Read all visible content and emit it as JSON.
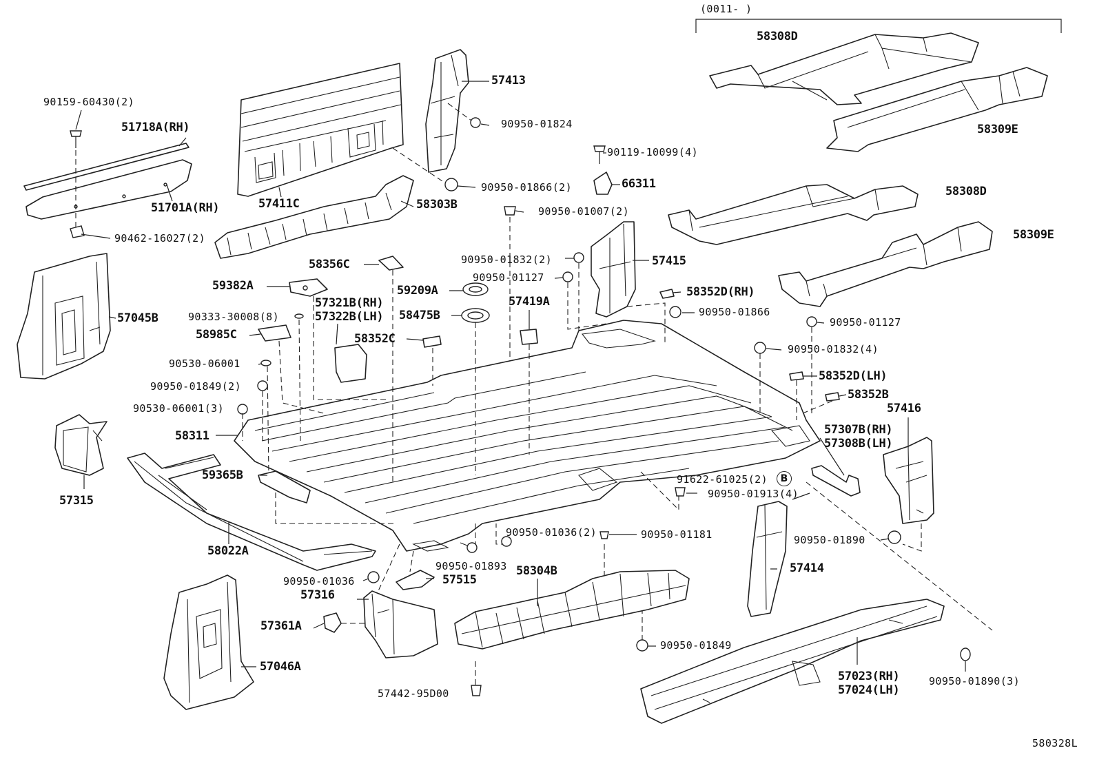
{
  "diagram": {
    "date_range": "(0011-        )",
    "figure_code": "580328L",
    "callout_letter": "B",
    "parts": {
      "p58308D_top": "58308D",
      "p58309E_top": "58309E",
      "p58308D": "58308D",
      "p58309E": "58309E",
      "p57413": "57413",
      "p90950_01824": "90950-01824",
      "p90119_10099": "90119-10099(4)",
      "p66311": "66311",
      "p90950_01866_2": "90950-01866(2)",
      "p90950_01007": "90950-01007(2)",
      "p90159_60430": "90159-60430(2)",
      "p51718A": "51718A(RH)",
      "p51701A": "51701A(RH)",
      "p57411C": "57411C",
      "p58303B": "58303B",
      "p90462_16027": "90462-16027(2)",
      "p57045B": "57045B",
      "p58356C": "58356C",
      "p90950_01832_2": "90950-01832(2)",
      "p57415": "57415",
      "p59382A": "59382A",
      "p59209A": "59209A",
      "p90950_01127_a": "90950-01127",
      "p57321B": "57321B(RH)",
      "p57322B": "57322B(LH)",
      "p57419A": "57419A",
      "p58352D_rh": "58352D(RH)",
      "p90333_30008": "90333-30008(8)",
      "p58475B": "58475B",
      "p90950_01866": "90950-01866",
      "p58985C": "58985C",
      "p58352C": "58352C",
      "p90950_01127_b": "90950-01127",
      "p90530_06001": "90530-06001",
      "p90950_01832_4": "90950-01832(4)",
      "p90950_01849_2": "90950-01849(2)",
      "p58352D_lh": "58352D(LH)",
      "p90530_06001_3": "90530-06001(3)",
      "p58352B": "58352B",
      "p57416": "57416",
      "p58311": "58311",
      "p57307B": "57307B(RH)",
      "p57308B": "57308B(LH)",
      "p57315": "57315",
      "p59365B": "59365B",
      "p91622_61025": "91622-61025(2)",
      "p90950_01913": "90950-01913(4)",
      "p58022A": "58022A",
      "p90950_01036_2": "90950-01036(2)",
      "p90950_01181": "90950-01181",
      "p90950_01890": "90950-01890",
      "p90950_01893": "90950-01893",
      "p58304B": "58304B",
      "p57414": "57414",
      "p90950_01036": "90950-01036",
      "p57515": "57515",
      "p57316": "57316",
      "p57361A": "57361A",
      "p90950_01849": "90950-01849",
      "p57046A": "57046A",
      "p57023": "57023(RH)",
      "p57024": "57024(LH)",
      "p57442_95D00": "57442-95D00",
      "p90950_01890_3": "90950-01890(3)"
    }
  }
}
